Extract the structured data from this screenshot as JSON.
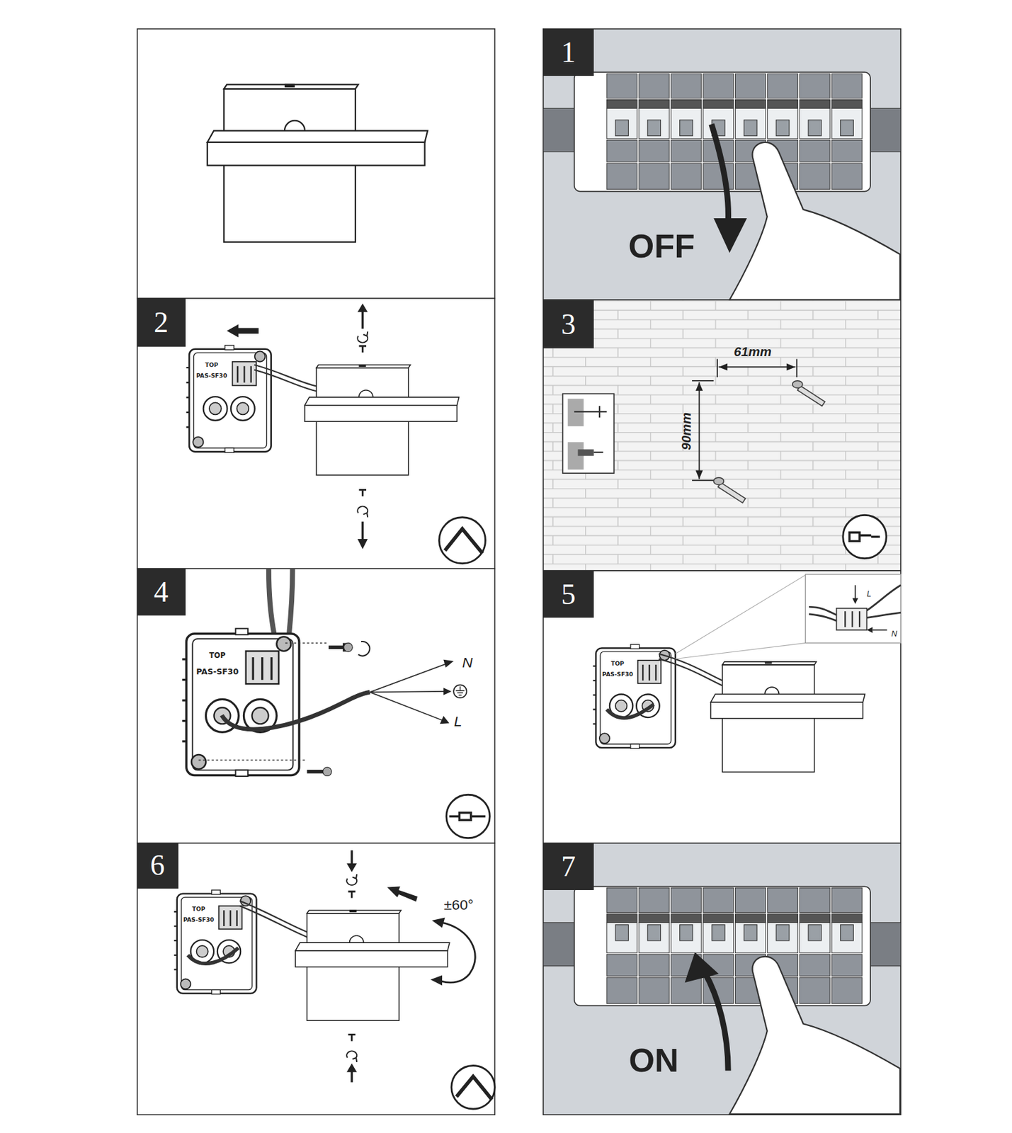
{
  "diagram": {
    "labels": [
      "1",
      "OFF",
      "2",
      "TOP",
      "PAS-SF30",
      "3",
      "61mm",
      "90mm",
      "4",
      "TOP",
      "PAS-SF30",
      "N",
      "L",
      "5",
      "TOP",
      "PAS-SF30",
      "L",
      "N",
      "6",
      "TOP",
      "PAS-SF30",
      "±60°",
      "7",
      "ON"
    ]
  }
}
